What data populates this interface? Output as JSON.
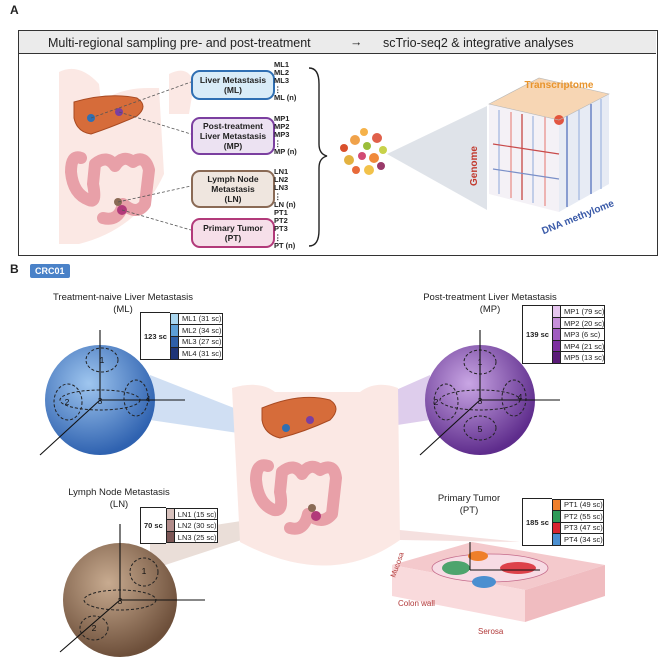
{
  "panel_a": {
    "letter": "A",
    "header_left": "Multi-regional sampling pre- and post-treatment",
    "header_arrow": "→",
    "header_right": "scTrio-seq2 & integrative analyses",
    "sites": [
      {
        "name_line1": "Liver Metastasis",
        "name_line2": "(ML)",
        "name_line3": "",
        "samples": [
          "ML1",
          "ML2",
          "ML3",
          "⋮",
          "ML (n)"
        ],
        "color": "#2f6fb3",
        "fill": "#d9ecf8"
      },
      {
        "name_line1": "Post-treatment",
        "name_line2": "Liver Metastasis",
        "name_line3": "(MP)",
        "samples": [
          "MP1",
          "MP2",
          "MP3",
          "⋮",
          "MP (n)"
        ],
        "color": "#7b3fa0",
        "fill": "#ece2f2"
      },
      {
        "name_line1": "Lymph Node",
        "name_line2": "Metastasis",
        "name_line3": "(LN)",
        "samples": [
          "LN1",
          "LN2",
          "LN3",
          "⋮",
          "LN (n)"
        ],
        "color": "#8a6a55",
        "fill": "#efe6df"
      },
      {
        "name_line1": "Primary Tumor",
        "name_line2": "(PT)",
        "name_line3": "",
        "samples": [
          "PT1",
          "PT2",
          "PT3",
          "⋮",
          "PT (n)"
        ],
        "color": "#b23a7a",
        "fill": "#f6dfe9"
      }
    ],
    "cube_labels": {
      "top": "Transcriptome",
      "left": "Genome",
      "right": "DNA methylome"
    }
  },
  "panel_b": {
    "letter": "B",
    "badge": "CRC01",
    "ml": {
      "title_line1": "Treatment-naive Liver Metastasis",
      "title_line2": "(ML)",
      "total": "123 sc",
      "entries": [
        {
          "label": "ML1 (31 sc)",
          "color": "#a9d6ef"
        },
        {
          "label": "ML2 (34 sc)",
          "color": "#5d9fd6"
        },
        {
          "label": "ML3 (27 sc)",
          "color": "#2e5fa8"
        },
        {
          "label": "ML4 (31 sc)",
          "color": "#1e3577"
        }
      ],
      "regions": [
        "1",
        "2",
        "3",
        "4"
      ]
    },
    "mp": {
      "title_line1": "Post-treatment Liver Metastasis",
      "title_line2": "(MP)",
      "total": "139 sc",
      "entries": [
        {
          "label": "MP1 (79 sc)",
          "color": "#e6c6ef"
        },
        {
          "label": "MP2 (20 sc)",
          "color": "#c78fdb"
        },
        {
          "label": "MP3 (6 sc)",
          "color": "#a05cc0"
        },
        {
          "label": "MP4 (21 sc)",
          "color": "#7d2fa0"
        },
        {
          "label": "MP5 (13 sc)",
          "color": "#5a1b78"
        }
      ],
      "regions": [
        "1",
        "2",
        "3",
        "4",
        "5"
      ]
    },
    "ln": {
      "title_line1": "Lymph Node Metastasis",
      "title_line2": "(LN)",
      "total": "70 sc",
      "entries": [
        {
          "label": "LN1 (15 sc)",
          "color": "#d8c2bd"
        },
        {
          "label": "LN2 (30 sc)",
          "color": "#b18c8a"
        },
        {
          "label": "LN3 (25 sc)",
          "color": "#7c5655"
        }
      ],
      "regions": [
        "1",
        "2",
        "3"
      ]
    },
    "pt": {
      "title_line1": "Primary Tumor",
      "title_line2": "(PT)",
      "total": "185 sc",
      "entries": [
        {
          "label": "PT1 (49 sc)",
          "color": "#ef7f2a"
        },
        {
          "label": "PT2 (55 sc)",
          "color": "#2f9a58"
        },
        {
          "label": "PT3 (47 sc)",
          "color": "#d8262f"
        },
        {
          "label": "PT4 (34 sc)",
          "color": "#4b8fd0"
        }
      ],
      "labels": {
        "mucosa": "Mucosa",
        "colon_wall": "Colon wall",
        "serosa": "Serosa"
      }
    }
  }
}
